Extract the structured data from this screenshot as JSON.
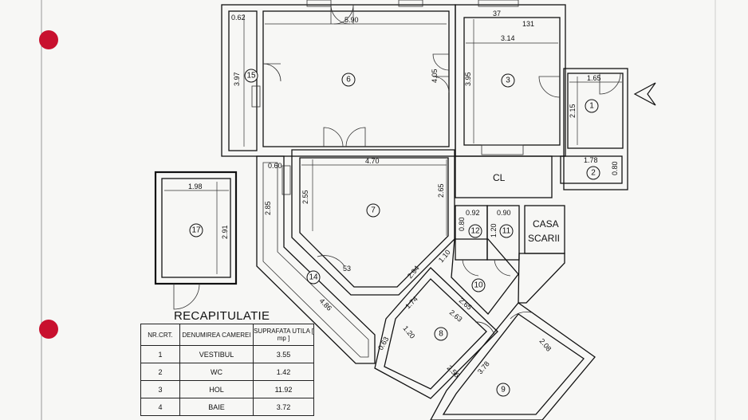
{
  "rooms": {
    "r1": "1",
    "r2": "2",
    "r3": "3",
    "r6": "6",
    "r7": "7",
    "r8": "8",
    "r9": "9",
    "r10": "10",
    "r11": "11",
    "r12": "12",
    "r14": "14",
    "r15": "15",
    "r17": "17",
    "cl": "CL",
    "casa": "CASA",
    "scarii": "SCARII"
  },
  "dimensions": {
    "d_062": "0.62",
    "d_590": "5.90",
    "d_37": "37",
    "d_131": "131",
    "d_314": "3.14",
    "d_165": "1.65",
    "d_397": "3.97",
    "d_405": "4.05",
    "d_395": "3.95",
    "d_215": "2.15",
    "d_178": "1.78",
    "d_080a": "0.80",
    "d_060": "0.60",
    "d_470": "4.70",
    "d_198": "1.98",
    "d_291": "2.91",
    "d_285": "2.85",
    "d_255": "2.55",
    "d_265": "2.65",
    "d_092": "0.92",
    "d_090": "0.90",
    "d_080b": "0.80",
    "d_120a": "1.20",
    "d_294": "2.94",
    "d_110": "1.10",
    "d_53": "53",
    "d_486": "4.86",
    "d_174": "1.74",
    "d_265b": "2.65",
    "d_263": "2.63",
    "d_120b": "1.20",
    "d_256": "2.56",
    "d_378": "3.78",
    "d_208": "2.08",
    "d_063": "0.63"
  },
  "recap": {
    "title": "RECAPITULATIE",
    "headers": [
      "NR.CRT.",
      "DENUMIREA CAMEREI",
      "SUPRAFATA UTILA [ mp ]"
    ],
    "rows": [
      {
        "nr": "1",
        "name": "VESTIBUL",
        "area": "3.55"
      },
      {
        "nr": "2",
        "name": "WC",
        "area": "1.42"
      },
      {
        "nr": "3",
        "name": "HOL",
        "area": "11.92"
      },
      {
        "nr": "4",
        "name": "BAIE",
        "area": "3.72"
      }
    ]
  },
  "colors": {
    "binder_hole": "#c8102e",
    "ink": "#111111",
    "paper": "#f7f7f5"
  }
}
